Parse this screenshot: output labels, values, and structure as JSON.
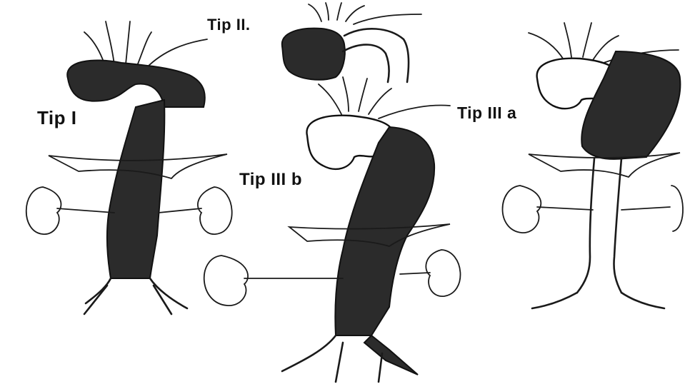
{
  "labels": {
    "type_1": "Tip I",
    "type_2": "Tip II.",
    "type_3a": "Tip III a",
    "type_3b": "Tip III b"
  },
  "colors": {
    "background": "#ffffff",
    "ink": "#1a1a1a",
    "dissection_fill": "#2b2b2b"
  }
}
